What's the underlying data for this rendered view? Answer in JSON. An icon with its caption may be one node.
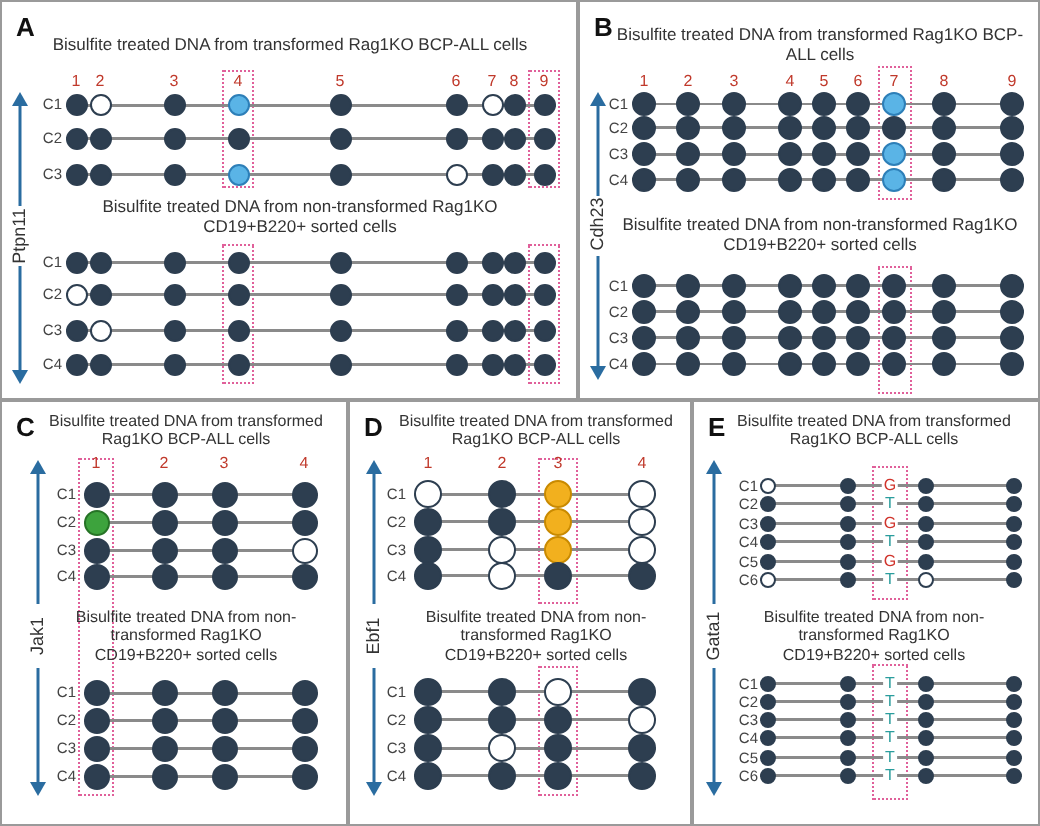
{
  "diagram": {
    "nodes": [
      {
        "text": [
          "A",
          "Bisulfite treated DNA from transformed Rag1KO BCP-ALL cells",
          "1",
          "2",
          "3",
          "4",
          "5",
          "6",
          "7",
          "8",
          "9",
          "Bisulfite treated DNA from non-transformed Rag1KO CD19+B220+ sorted cells",
          "Ptpn11"
        ]
      },
      {
        "text": [],
        "shape": "line",
        "in": 0,
        "beside": [
          "C1"
        ]
      },
      {
        "text": [],
        "shape": "line",
        "in": 0,
        "beside": [
          "C2"
        ]
      },
      {
        "text": [],
        "shape": "line",
        "in": 0,
        "beside": [
          "C3"
        ]
      },
      {
        "text": [],
        "shape": "line",
        "in": 0,
        "beside": [
          "C1"
        ]
      },
      {
        "text": [],
        "shape": "line",
        "in": 0,
        "beside": [
          "C2"
        ]
      },
      {
        "text": [],
        "shape": "line",
        "in": 0,
        "beside": [
          "C3"
        ]
      },
      {
        "text": [],
        "shape": "line",
        "in": 0,
        "beside": [
          "C4"
        ]
      },
      {
        "text": [
          "B",
          "Bisulfite treated DNA from transformed Rag1KO BCP-ALL cells",
          "1",
          "2",
          "3",
          "4",
          "5",
          "6",
          "7",
          "8",
          "9",
          "Bisulfite treated DNA from non-transformed Rag1KO CD19+B220+ sorted cells",
          "Cdh23"
        ]
      },
      {
        "text": [],
        "shape": "line",
        "in": 8,
        "beside": [
          "C1"
        ]
      },
      {
        "text": [],
        "shape": "line",
        "in": 8,
        "beside": [
          "C2"
        ]
      },
      {
        "text": [],
        "shape": "line",
        "in": 8,
        "beside": [
          "C3"
        ]
      },
      {
        "text": [],
        "shape": "line",
        "in": 8,
        "beside": [
          "C4"
        ]
      },
      {
        "text": [],
        "shape": "line",
        "in": 8,
        "beside": [
          "C1"
        ]
      },
      {
        "text": [],
        "shape": "line",
        "in": 8,
        "beside": [
          "C2"
        ]
      },
      {
        "text": [],
        "shape": "line",
        "in": 8,
        "beside": [
          "C3"
        ]
      },
      {
        "text": [],
        "shape": "line",
        "in": 8,
        "beside": [
          "C4"
        ]
      },
      {
        "text": [
          "C",
          "Bisulfite treated DNA from transformed Rag1KO BCP-ALL cells",
          "1",
          "2",
          "3",
          "4",
          "Bisulfite treated DNA from non-transformed Rag1KO CD19+B220+ sorted cells",
          "Jak1"
        ]
      },
      {
        "text": [],
        "shape": "line",
        "in": 17,
        "beside": [
          "C1"
        ]
      },
      {
        "text": [],
        "shape": "line",
        "in": 17,
        "beside": [
          "C2"
        ]
      },
      {
        "text": [],
        "shape": "line",
        "in": 17,
        "beside": [
          "C3"
        ]
      },
      {
        "text": [],
        "shape": "line",
        "in": 17,
        "beside": [
          "C4"
        ]
      },
      {
        "text": [],
        "shape": "line",
        "in": 17,
        "beside": [
          "C1"
        ]
      },
      {
        "text": [],
        "shape": "line",
        "in": 17,
        "beside": [
          "C2"
        ]
      },
      {
        "text": [],
        "shape": "line",
        "in": 17,
        "beside": [
          "C3"
        ]
      },
      {
        "text": [],
        "shape": "line",
        "in": 17,
        "beside": [
          "C4"
        ]
      },
      {
        "text": [
          "D",
          "Bisulfite treated DNA from transformed Rag1KO BCP-ALL cells",
          "1",
          "2",
          "3",
          "4",
          "Bisulfite treated DNA from non-transformed Rag1KO CD19+B220+ sorted cells",
          "Ebf1"
        ]
      },
      {
        "text": [],
        "shape": "line",
        "in": 26,
        "beside": [
          "C1"
        ]
      },
      {
        "text": [],
        "shape": "line",
        "in": 26,
        "beside": [
          "C2"
        ]
      },
      {
        "text": [],
        "shape": "line",
        "in": 26,
        "beside": [
          "C3"
        ]
      },
      {
        "text": [],
        "shape": "line",
        "in": 26,
        "beside": [
          "C4"
        ]
      },
      {
        "text": [],
        "shape": "line",
        "in": 26,
        "beside": [
          "C1"
        ]
      },
      {
        "text": [],
        "shape": "line",
        "in": 26,
        "beside": [
          "C2"
        ]
      },
      {
        "text": [],
        "shape": "line",
        "in": 26,
        "beside": [
          "C3"
        ]
      },
      {
        "text": [],
        "shape": "line",
        "in": 26,
        "beside": [
          "C4"
        ]
      },
      {
        "text": [
          "E",
          "Bisulfite treated DNA from transformed Rag1KO BCP-ALL cells",
          "Bisulfite treated DNA from non-transformed Rag1KO CD19+B220+ sorted cells",
          "Gata1"
        ]
      },
      {
        "text": [
          "G"
        ],
        "in": 35,
        "beside": [
          "C1"
        ]
      },
      {
        "text": [
          "T"
        ],
        "in": 35,
        "beside": [
          "C2"
        ]
      },
      {
        "text": [
          "G"
        ],
        "in": 35,
        "beside": [
          "C3"
        ]
      },
      {
        "text": [
          "T"
        ],
        "in": 35,
        "beside": [
          "C4"
        ]
      },
      {
        "text": [
          "G"
        ],
        "in": 35,
        "beside": [
          "C5"
        ]
      },
      {
        "text": [
          "T"
        ],
        "in": 35,
        "beside": [
          "C6"
        ]
      },
      {
        "text": [
          "T"
        ],
        "in": 35,
        "beside": [
          "C1"
        ]
      },
      {
        "text": [
          "T"
        ],
        "in": 35,
        "beside": [
          "C2"
        ]
      },
      {
        "text": [
          "T"
        ],
        "in": 35,
        "beside": [
          "C3"
        ]
      },
      {
        "text": [
          "T"
        ],
        "in": 35,
        "beside": [
          "C4"
        ]
      },
      {
        "text": [
          "T"
        ],
        "in": 35,
        "beside": [
          "C5"
        ]
      },
      {
        "text": [
          "T"
        ],
        "in": 35,
        "beside": [
          "C6"
        ]
      }
    ]
  }
}
